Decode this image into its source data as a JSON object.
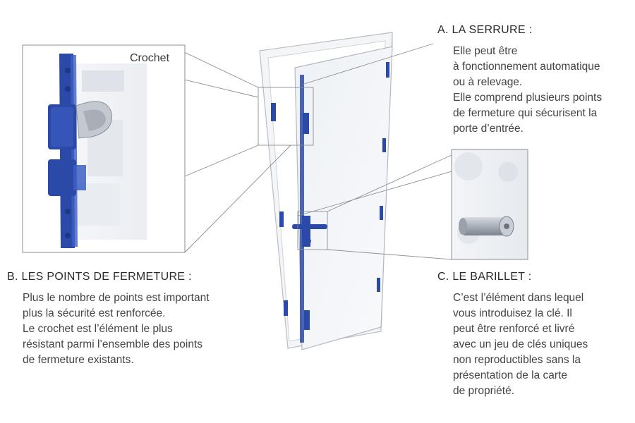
{
  "callout_label": "Crochet",
  "sections": {
    "serrure": {
      "title": "A. LA SERRURE :",
      "lines": [
        "Elle peut être",
        "à fonctionnement automatique",
        "ou à relevage.",
        "Elle comprend plusieurs points",
        "de fermeture qui sécurisent la",
        "porte d’entrée."
      ]
    },
    "points": {
      "title": "B. LES POINTS DE FERMETURE :",
      "lines": [
        "Plus le nombre de points est important",
        "plus la sécurité est renforcée.",
        "Le crochet est l’élément le plus",
        "résistant parmi l’ensemble des points",
        "de fermeture existants."
      ]
    },
    "barillet": {
      "title": "C. LE BARILLET :",
      "lines": [
        "C’est l’élément dans lequel",
        "vous introduisez la clé. Il",
        "peut être renforcé et livré",
        "avec un jeu de clés uniques",
        "non reproductibles sans la",
        "présentation de la carte",
        "de propriété."
      ]
    }
  },
  "colors": {
    "lock_blue": "#2b4aa8",
    "frame_line": "#b9bdc4",
    "leader_line": "#8a8d92"
  }
}
